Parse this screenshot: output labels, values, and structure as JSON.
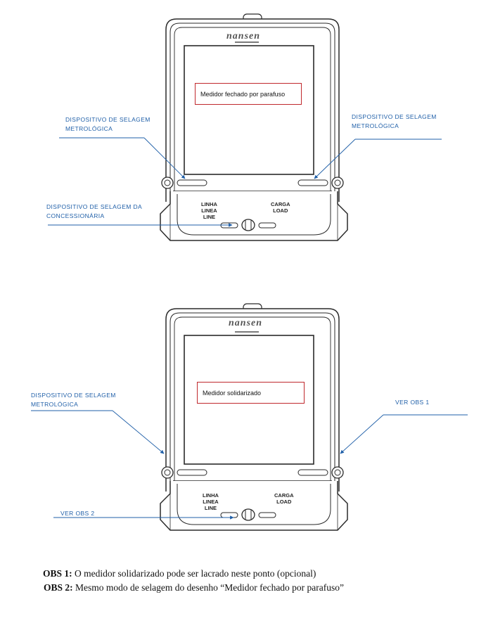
{
  "brand": "nansen",
  "meter1": {
    "status_box": "Medidor fechado por parafuso",
    "callout_left_top": [
      "DISPOSITIVO DE SELAGEM",
      "METROLÓGICA"
    ],
    "callout_right_top": [
      "DISPOSITIVO DE SELAGEM",
      "METROLÓGICA"
    ],
    "callout_left_bottom": [
      "DISPOSITIVO DE SELAGEM DA",
      "CONCESSIONÁRIA"
    ],
    "terminal_line": [
      "LINHA",
      "LINEA",
      "LINE"
    ],
    "terminal_load": [
      "CARGA",
      "LOAD"
    ]
  },
  "meter2": {
    "status_box": "Medidor solidarizado",
    "callout_left_top": [
      "DISPOSITIVO DE SELAGEM",
      "METROLÓGICA"
    ],
    "callout_right_top": "VER OBS 1",
    "callout_left_bottom": "VER OBS 2",
    "terminal_line": [
      "LINHA",
      "LINEA",
      "LINE"
    ],
    "terminal_load": [
      "CARGA",
      "LOAD"
    ]
  },
  "notes": {
    "obs1_label": "OBS 1:",
    "obs1_text": " O medidor solidarizado pode ser lacrado neste ponto (opcional)",
    "obs2_label": "OBS 2:",
    "obs2_text": " Mesmo modo de selagem do desenho “Medidor fechado por parafuso”"
  },
  "colors": {
    "callout": "#1f5fa8",
    "status_border": "#c0282d",
    "outline": "#2a2a2a"
  }
}
